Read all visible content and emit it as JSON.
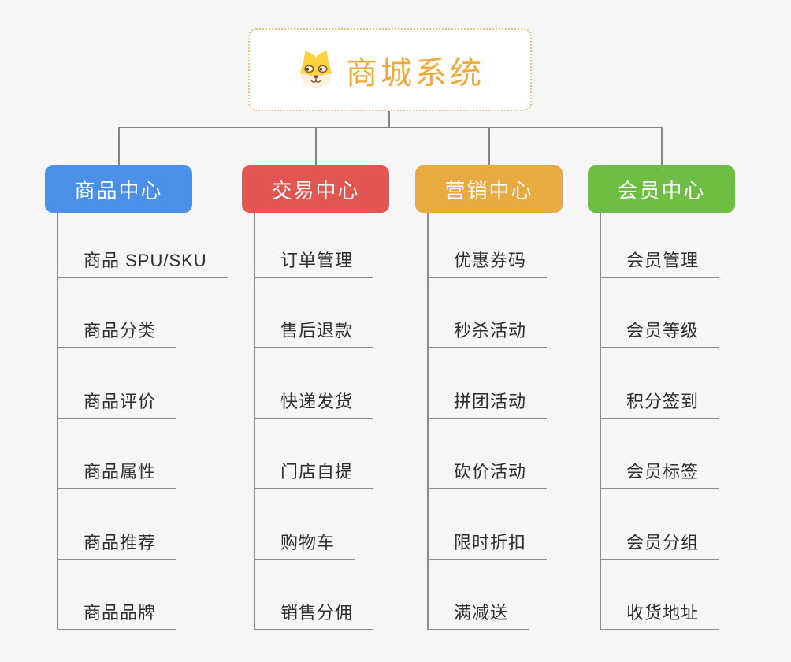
{
  "root": {
    "title": "商城系统",
    "icon": "dog-icon"
  },
  "branches": [
    {
      "label": "商品中心",
      "color": "#4a90e8",
      "children": [
        "商品 SPU/SKU",
        "商品分类",
        "商品评价",
        "商品属性",
        "商品推荐",
        "商品品牌"
      ]
    },
    {
      "label": "交易中心",
      "color": "#e25551",
      "children": [
        "订单管理",
        "售后退款",
        "快递发货",
        "门店自提",
        "购物车",
        "销售分佣"
      ]
    },
    {
      "label": "营销中心",
      "color": "#e9ab41",
      "children": [
        "优惠券码",
        "秒杀活动",
        "拼团活动",
        "砍价活动",
        "限时折扣",
        "满减送"
      ]
    },
    {
      "label": "会员中心",
      "color": "#6ebe44",
      "children": [
        "会员管理",
        "会员等级",
        "积分签到",
        "会员标签",
        "会员分组",
        "收货地址"
      ]
    }
  ],
  "style": {
    "background": "#f6f6f7",
    "connector_color": "#848484",
    "underline_color": "#8c8c8c",
    "root_text_color": "#efa93d",
    "root_border_color": "#f4c277",
    "child_text_color": "#2e2e2e"
  }
}
